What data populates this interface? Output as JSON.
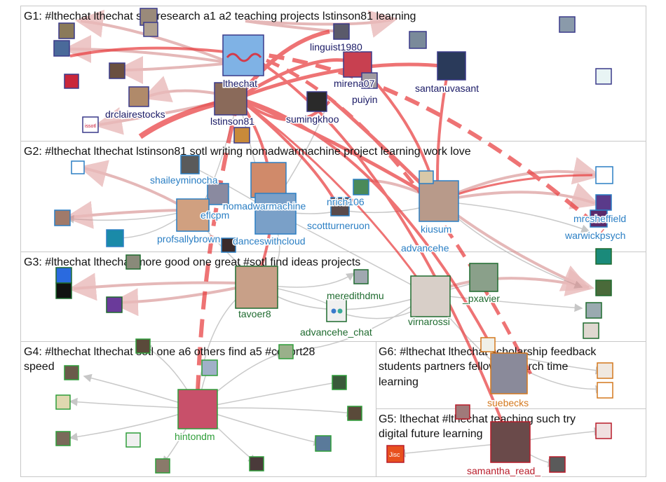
{
  "graph": {
    "group_titles": {
      "g1": "G1: #lthechat lthechat sotl research a1 a2 teaching projects lstinson81 learning",
      "g2": "G2: #lthechat lthechat lstinson81 sotl writing nomadwarmachine project learning work love",
      "g3": "G3: #lthechat lthechat more good one great #sotl find ideas projects",
      "g4a": "G4: #lthechat lthechat sotl one a6 others find a5 #cohort28",
      "g4b": "speed",
      "g6a": "G6: #lthechat lthechat scholarship feedback",
      "g6b": "students partners fellow research time",
      "g6c": "learning",
      "g5a": "G5: lthechat #lthechat teaching such try",
      "g5b": "digital future learning"
    },
    "colors": {
      "g1": "#1a1a66",
      "g2": "#2b7fc4",
      "g3": "#1f6b2f",
      "g4": "#2f9e3a",
      "g6": "#d4781e",
      "g5": "#b81c2a",
      "red_edge": "#e8383a",
      "gray_edge": "#b0b0b0"
    },
    "nodes": {
      "linguist1980": "linguist1980",
      "lthechat": "lthechat",
      "mirena07": "mirena07",
      "santanuvasant": "santanuvasant",
      "puiyin": "puiyin",
      "drclairestocks": "drclairestocks",
      "lstinson81": "lstinson81",
      "sumingkhoo": "sumingkhoo",
      "shaileyminocha": "shaileyminocha",
      "nomadwarmachine": "nomadwarmachine",
      "nrich106": "nrich106",
      "eflcpm": "eflcpm",
      "scottturneruon": "scottturneruon",
      "kiusum": "kiusum",
      "mrcsheffield": "mrcsheffield",
      "warwickpsych": "warwickpsych",
      "profsallybrown": "profsallybrown",
      "danceswithcloud": "danceswithcloud",
      "advancehe": "advancehe",
      "meredithdmu": "meredithdmu",
      "pxavier": "_pxavier",
      "tavoer8": "tavoer8",
      "advancehe_chat": "advancehe_chat",
      "virnarossi": "virnarossi",
      "hintondm": "hintondm",
      "suebecks": "suebecks",
      "samantha_read": "samantha_read_"
    },
    "jisc_badge": "Jisc"
  }
}
